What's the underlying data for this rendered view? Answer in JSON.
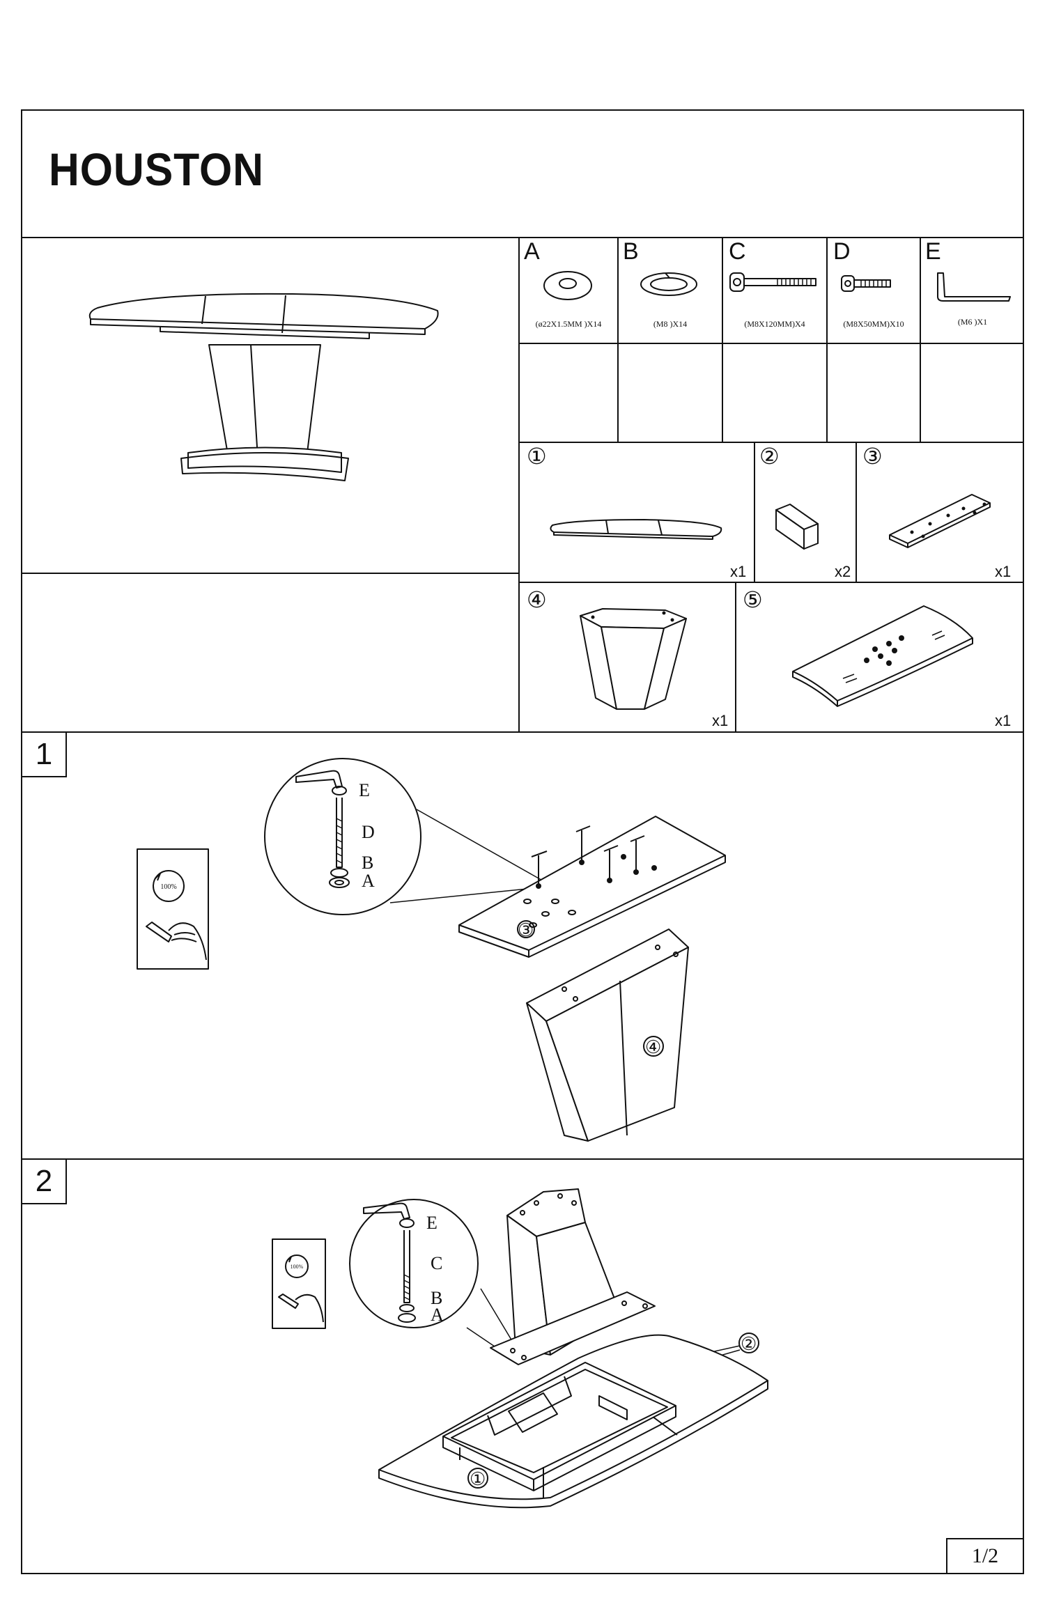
{
  "product": {
    "title": "HOUSTON"
  },
  "hardware": [
    {
      "letter": "A",
      "spec": "(ø22X1.5MM )X14",
      "icon": "washer-icon"
    },
    {
      "letter": "B",
      "spec": "(M8 )X14",
      "icon": "spring-washer-icon"
    },
    {
      "letter": "C",
      "spec": "(M8X120MM)X4",
      "icon": "long-bolt-icon"
    },
    {
      "letter": "D",
      "spec": "(M8X50MM)X10",
      "icon": "short-bolt-icon"
    },
    {
      "letter": "E",
      "spec": "(M6 )X1",
      "icon": "allen-key-icon"
    }
  ],
  "parts": [
    {
      "number": "①",
      "qty": "x1",
      "name": "tabletop"
    },
    {
      "number": "②",
      "qty": "x2",
      "name": "block"
    },
    {
      "number": "③",
      "qty": "x1",
      "name": "plate"
    },
    {
      "number": "④",
      "qty": "x1",
      "name": "column"
    },
    {
      "number": "⑤",
      "qty": "x1",
      "name": "base"
    }
  ],
  "steps": [
    {
      "number": "1",
      "callouts": [
        "E",
        "D",
        "B",
        "A"
      ],
      "part_labels": [
        "③",
        "④"
      ],
      "tool_badge": "100%"
    },
    {
      "number": "2",
      "callouts": [
        "E",
        "C",
        "B",
        "A"
      ],
      "part_labels": [
        "②",
        "①"
      ],
      "tool_badge": "100%"
    }
  ],
  "page": {
    "indicator": "1/2"
  }
}
